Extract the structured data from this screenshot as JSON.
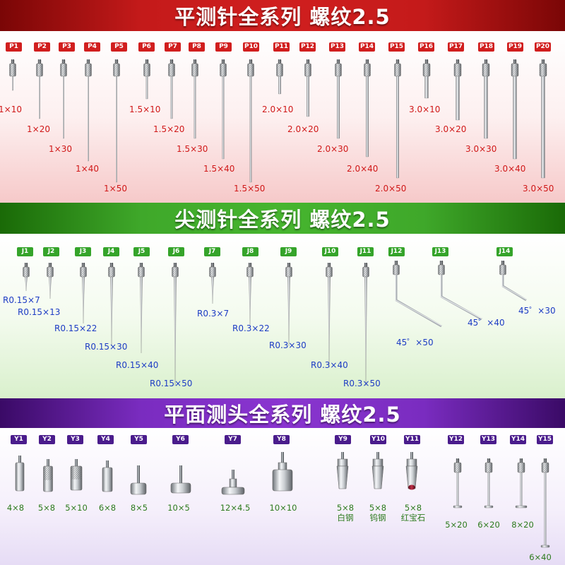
{
  "sections": {
    "flat": {
      "title": "平测针全系列 螺纹2.5",
      "color": "#d11e1e",
      "items": [
        {
          "code": "P1",
          "size": "1×10"
        },
        {
          "code": "P2",
          "size": "1×20"
        },
        {
          "code": "P3",
          "size": "1×30"
        },
        {
          "code": "P4",
          "size": "1×40"
        },
        {
          "code": "P5",
          "size": "1×50"
        },
        {
          "code": "P6",
          "size": "1.5×10"
        },
        {
          "code": "P7",
          "size": "1.5×20"
        },
        {
          "code": "P8",
          "size": "1.5×30"
        },
        {
          "code": "P9",
          "size": "1.5×40"
        },
        {
          "code": "P10",
          "size": "1.5×50"
        },
        {
          "code": "P11",
          "size": "2.0×10"
        },
        {
          "code": "P12",
          "size": "2.0×20"
        },
        {
          "code": "P13",
          "size": "2.0×30"
        },
        {
          "code": "P14",
          "size": "2.0×40"
        },
        {
          "code": "P15",
          "size": "2.0×50"
        },
        {
          "code": "P16",
          "size": "3.0×10"
        },
        {
          "code": "P17",
          "size": "3.0×20"
        },
        {
          "code": "P18",
          "size": "3.0×30"
        },
        {
          "code": "P19",
          "size": "3.0×40"
        },
        {
          "code": "P20",
          "size": "3.0×50"
        }
      ]
    },
    "pointed": {
      "title": "尖测针全系列 螺纹2.5",
      "color": "#35a42a",
      "items": [
        {
          "code": "J1",
          "size": "R0.15×7"
        },
        {
          "code": "J2",
          "size": "R0.15×13"
        },
        {
          "code": "J3",
          "size": "R0.15×22"
        },
        {
          "code": "J4",
          "size": "R0.15×30"
        },
        {
          "code": "J5",
          "size": "R0.15×40"
        },
        {
          "code": "J6",
          "size": "R0.15×50"
        },
        {
          "code": "J7",
          "size": "R0.3×7"
        },
        {
          "code": "J8",
          "size": "R0.3×22"
        },
        {
          "code": "J9",
          "size": "R0.3×30"
        },
        {
          "code": "J10",
          "size": "R0.3×40"
        },
        {
          "code": "J11",
          "size": "R0.3×50"
        },
        {
          "code": "J12",
          "size": "45゜×50"
        },
        {
          "code": "J13",
          "size": "45゜×40"
        },
        {
          "code": "J14",
          "size": "45゜×30"
        }
      ]
    },
    "flathead": {
      "title": "平面测头全系列 螺纹2.5",
      "color": "#4a1c8c",
      "items": [
        {
          "code": "Y1",
          "size": "4×8"
        },
        {
          "code": "Y2",
          "size": "5×8"
        },
        {
          "code": "Y3",
          "size": "5×10"
        },
        {
          "code": "Y4",
          "size": "6×8"
        },
        {
          "code": "Y5",
          "size": "8×5"
        },
        {
          "code": "Y6",
          "size": "10×5"
        },
        {
          "code": "Y7",
          "size": "12×4.5"
        },
        {
          "code": "Y8",
          "size": "10×10"
        },
        {
          "code": "Y9",
          "size": "5×8",
          "material": "白钢"
        },
        {
          "code": "Y10",
          "size": "5×8",
          "material": "钨钢"
        },
        {
          "code": "Y11",
          "size": "5×8",
          "material": "红宝石"
        },
        {
          "code": "Y12",
          "size": "5×20"
        },
        {
          "code": "Y13",
          "size": "6×20"
        },
        {
          "code": "Y14",
          "size": "8×20"
        },
        {
          "code": "Y15",
          "size": "6×40"
        }
      ]
    }
  }
}
